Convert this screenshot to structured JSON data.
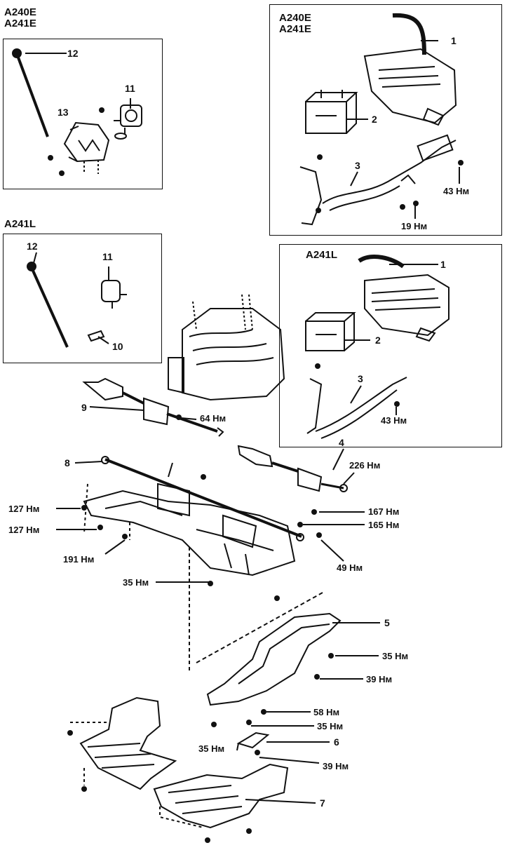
{
  "panels": {
    "top_left_header": [
      "A240E",
      "A241E"
    ],
    "top_right_header": [
      "A240E",
      "A241E"
    ],
    "mid_left_header": "A241L",
    "mid_right_header": "A241L"
  },
  "callouts": {
    "c1a": "1",
    "c2a": "2",
    "c3a": "3",
    "c1b": "1",
    "c2b": "2",
    "c3b": "3",
    "c4": "4",
    "c5": "5",
    "c6": "6",
    "c7": "7",
    "c8": "8",
    "c9": "9",
    "c10": "10",
    "c11a": "11",
    "c12a": "12",
    "c13": "13",
    "c11b": "11",
    "c12b": "12"
  },
  "torques": {
    "t43a": "43 Нм",
    "t19": "19 Нм",
    "t43b": "43 Нм",
    "t64": "64 Нм",
    "t226": "226 Нм",
    "t167": "167 Нм",
    "t165": "165 Нм",
    "t127a": "127 Нм",
    "t127b": "127 Нм",
    "t191": "191 Нм",
    "t49": "49 Нм",
    "t35a": "35 Нм",
    "t35b": "35 Нм",
    "t39a": "39 Нм",
    "t58": "58 Нм",
    "t35c": "35 Нм",
    "t35d": "35 Нм",
    "t39b": "39 Нм"
  }
}
